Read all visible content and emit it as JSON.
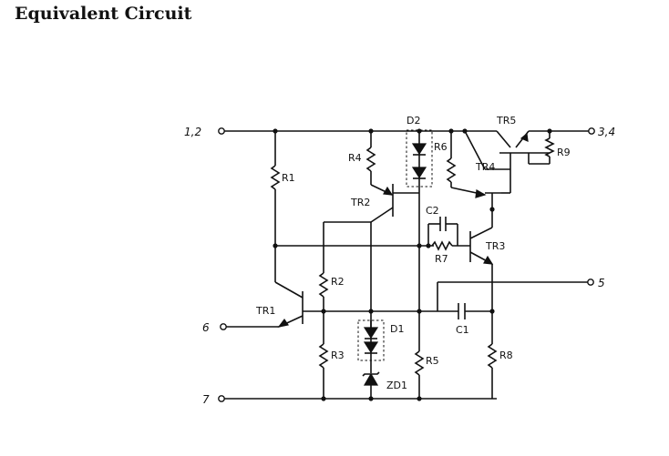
{
  "title": "Equivalent Circuit",
  "terminals": {
    "t12": "1,2",
    "t34": "3,4",
    "t5": "5",
    "t6": "6",
    "t7": "7"
  },
  "components": {
    "R1": "R1",
    "R2": "R2",
    "R3": "R3",
    "R4": "R4",
    "R5": "R5",
    "R6": "R6",
    "R7": "R7",
    "R8": "R8",
    "R9": "R9",
    "TR1": "TR1",
    "TR2": "TR2",
    "TR3": "TR3",
    "TR4": "TR4",
    "TR5": "TR5",
    "C1": "C1",
    "C2": "C2",
    "D1": "D1",
    "D2": "D2",
    "ZD1": "ZD1"
  }
}
